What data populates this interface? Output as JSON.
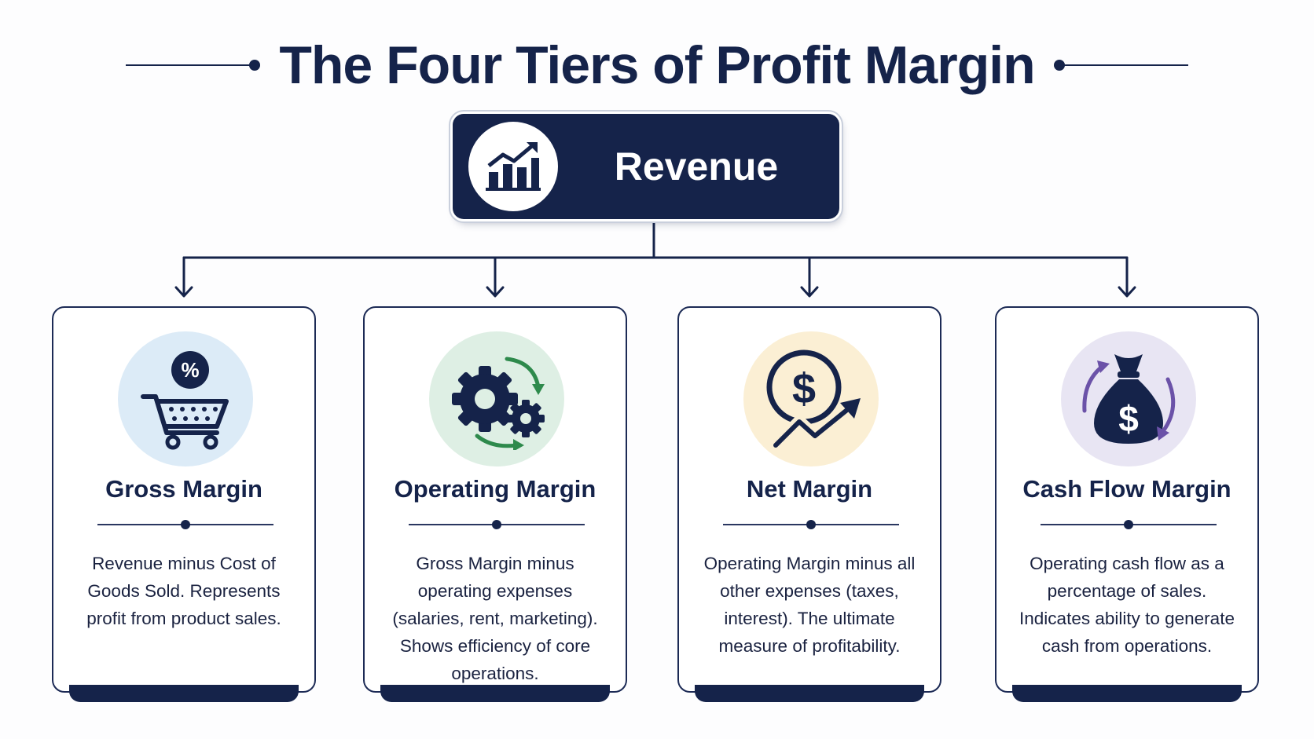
{
  "title": "The Four Tiers of Profit Margin",
  "root": {
    "label": "Revenue",
    "icon": "bar-chart-growth-icon"
  },
  "tiers": [
    {
      "title": "Gross Margin",
      "description": "Revenue minus Cost of Goods Sold. Represents profit from product sales.",
      "icon": "shopping-cart-percent-icon",
      "circle_color": "#dcebf7"
    },
    {
      "title": "Operating Margin",
      "description": "Gross Margin minus operating expenses (salaries, rent, marketing). Shows efficiency of core operations.",
      "icon": "gears-cycle-icon",
      "circle_color": "#deefe4"
    },
    {
      "title": "Net Margin",
      "description": "Operating Margin minus all other expenses (taxes, interest). The ultimate measure of profitability.",
      "icon": "dollar-coin-trend-icon",
      "circle_color": "#fbefd4"
    },
    {
      "title": "Cash Flow Margin",
      "description": "Operating cash flow as a percentage of sales. Indicates ability to generate cash from operations.",
      "icon": "money-bag-cycle-icon",
      "circle_color": "#e8e5f3"
    }
  ],
  "colors": {
    "navy": "#15234a",
    "green_accent": "#2e8a4c",
    "purple_accent": "#6b52a8"
  }
}
